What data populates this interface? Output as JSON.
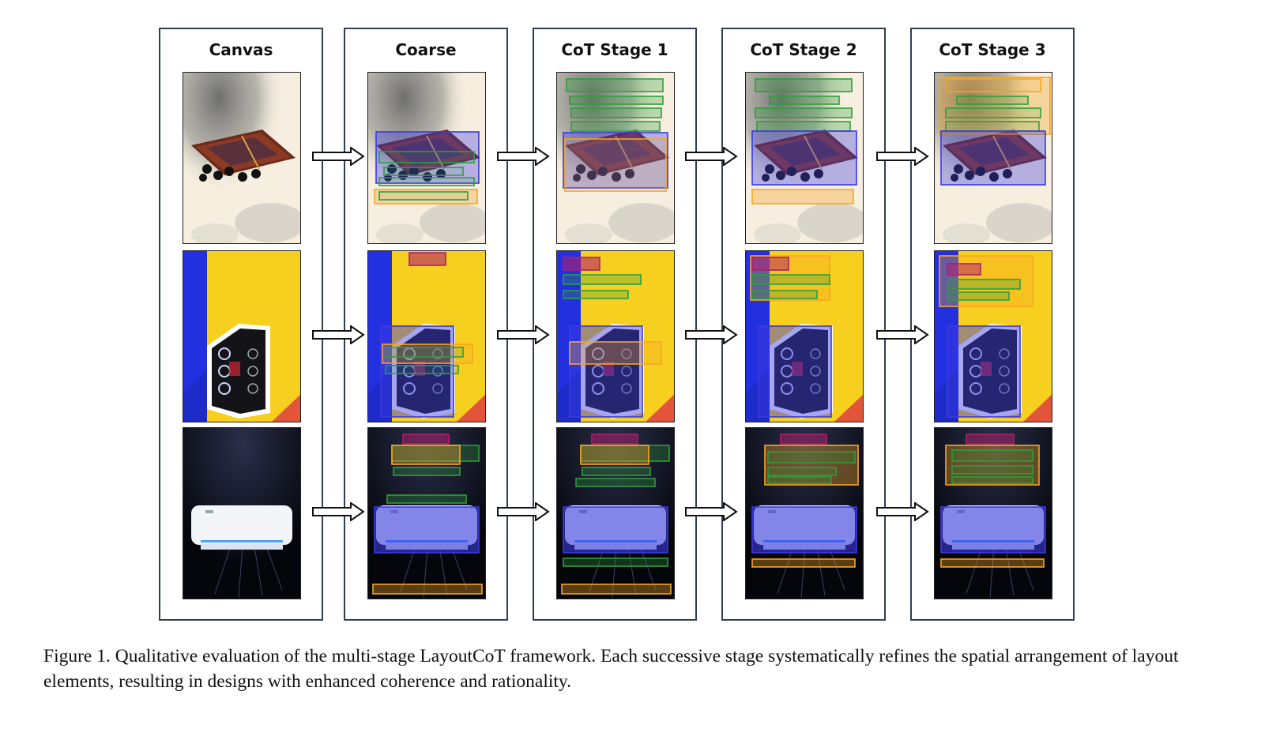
{
  "figure": {
    "columns": [
      {
        "title": "Canvas"
      },
      {
        "title": "Coarse"
      },
      {
        "title": "CoT Stage 1"
      },
      {
        "title": "CoT Stage 2"
      },
      {
        "title": "CoT Stage 3"
      }
    ],
    "rows": [
      {
        "content": "board-game poster"
      },
      {
        "content": "pc-case poster"
      },
      {
        "content": "air-conditioner poster"
      }
    ],
    "legend_colors": {
      "underlay": "#f5a623",
      "text": "#2e9e3a",
      "embellishment": "#b01f6a",
      "object": "#3a3adf"
    }
  },
  "caption": {
    "text": "Figure 1. Qualitative evaluation of the multi-stage LayoutCoT framework. Each successive stage systematically refines the spatial arrangement of layout elements, resulting in designs with enhanced coherence and rationality."
  }
}
